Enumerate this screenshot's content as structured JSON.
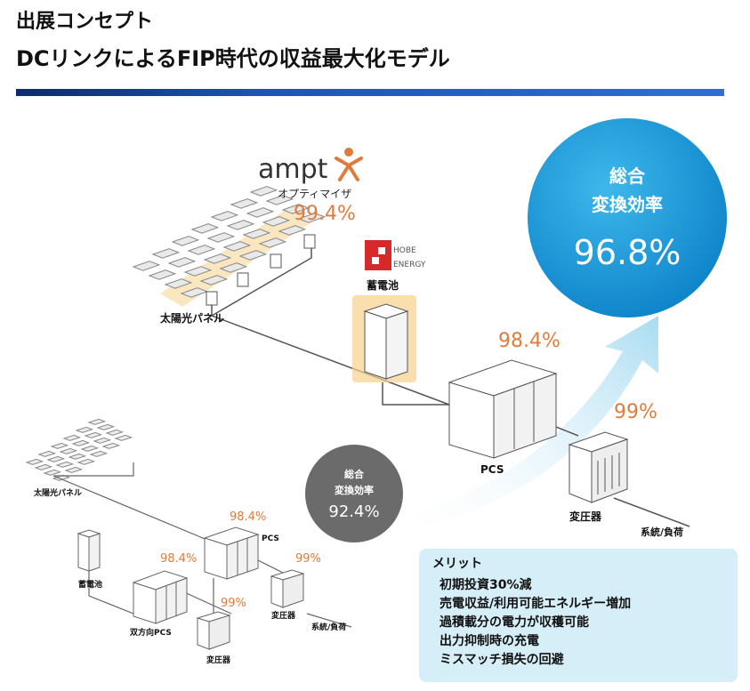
{
  "header": {
    "line1": "出展コンセプト",
    "line2": "DCリンクによるFIP時代の収益最大化モデル"
  },
  "colors": {
    "accent_orange": "#e07b3c",
    "highlight": "#f6d28a",
    "bubble_blue": "#1a9ad8",
    "bubble_gray": "#6b6b6b",
    "merit_bg": "#d6eef8"
  },
  "top_system": {
    "brand": "ampt",
    "optimizer_label": "オプティマイザ",
    "optimizer_eff": "99.4%",
    "battery_brand_line1": "HOBE",
    "battery_brand_line2": "ENERGY",
    "battery_label": "蓄電池",
    "panel_label": "太陽光パネル",
    "pcs_label": "PCS",
    "pcs_eff": "98.4%",
    "transformer_label": "変圧器",
    "transformer_eff": "99%",
    "grid_label": "系統/負荷"
  },
  "bubble_main": {
    "line1": "総合",
    "line2": "変換効率",
    "value": "96.8%"
  },
  "bubble_old": {
    "line1": "総合",
    "line2": "変換効率",
    "value": "92.4%"
  },
  "old_system": {
    "panel_label": "太陽光パネル",
    "battery_label": "蓄電池",
    "bidirectional_pcs_label": "双方向PCS",
    "bidirectional_pcs_eff": "98.4%",
    "transformer1_label": "変圧器",
    "transformer1_eff": "99%",
    "pcs_label": "PCS",
    "pcs_eff": "98.4%",
    "transformer2_label": "変圧器",
    "transformer2_eff": "99%",
    "grid_label": "系統/負荷"
  },
  "merit": {
    "title": "メリット",
    "items": [
      "初期投資30%減",
      "売電収益/利用可能エネルギー増加",
      "過積載分の電力が収穫可能",
      "出力抑制時の充電",
      "ミスマッチ損失の回避"
    ]
  }
}
